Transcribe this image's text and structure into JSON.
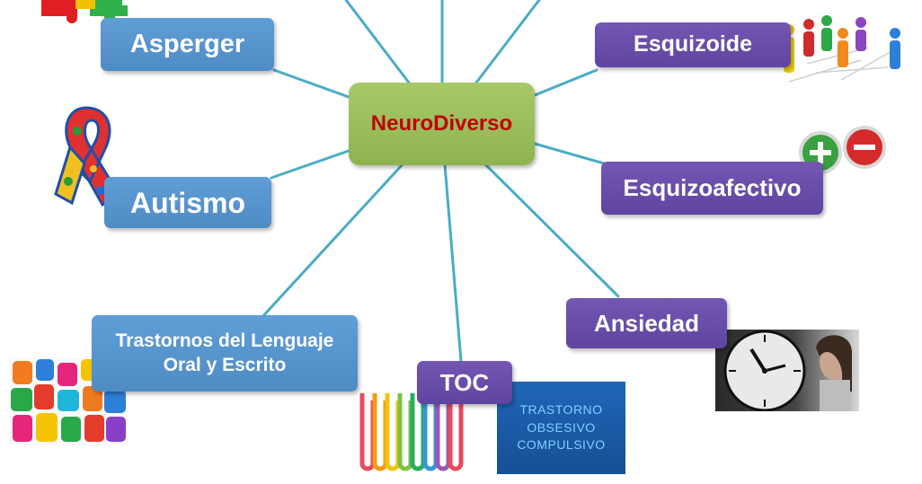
{
  "center": {
    "label": "NeuroDiverso",
    "color": "#9bbb59",
    "text_color": "#c00000"
  },
  "left_nodes": [
    {
      "id": "asperger",
      "label": "Asperger",
      "icon": "puzzle-pieces-icon"
    },
    {
      "id": "autismo",
      "label": "Autismo",
      "icon": "autism-ribbon-icon"
    },
    {
      "id": "lenguaje",
      "label": "Trastornos del Lenguaje Oral y Escrito",
      "icon": "alphabet-letters-icon"
    }
  ],
  "right_nodes": [
    {
      "id": "esquizoide",
      "label": "Esquizoide",
      "icon": "isolated-person-icon"
    },
    {
      "id": "esquizoafectivo",
      "label": "Esquizoafectivo",
      "icon": "plus-minus-icon"
    },
    {
      "id": "ansiedad",
      "label": "Ansiedad",
      "icon": "clock-stress-icon"
    }
  ],
  "bottom_nodes": [
    {
      "id": "toc",
      "label": "TOC",
      "icon": "paper-clips-icon"
    }
  ],
  "toc_image_text": "TRASTORNO OBSESIVO COMPULSIVO",
  "colors": {
    "connector": "#4aacc6",
    "blue_node": "#4f8bc4",
    "purple_node": "#6a4fab",
    "center_node": "#9bbb59"
  }
}
